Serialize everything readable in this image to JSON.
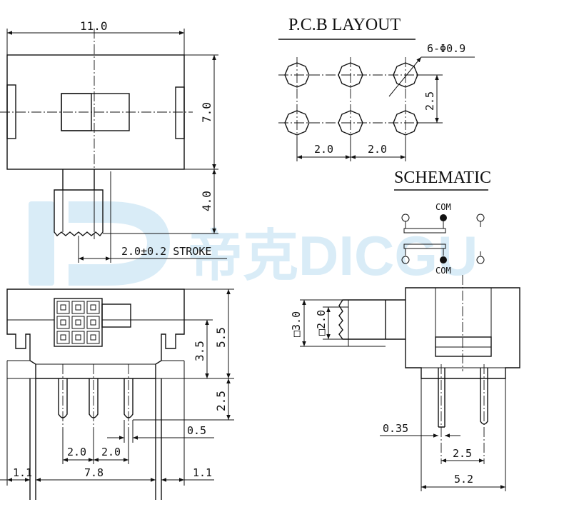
{
  "watermark": {
    "text": "帝克DICGU",
    "color": "#d9ecf7"
  },
  "colors": {
    "line": "#111111",
    "background": "#ffffff"
  },
  "top_view": {
    "dim_width": "11.0",
    "dim_height": "7.0",
    "dim_actuator": "4.0",
    "stroke_note": "2.0±0.2 STROKE"
  },
  "pcb_layout": {
    "title": "P.C.B LAYOUT",
    "hole_note": "6-Φ0.9",
    "dim_pitch_x1": "2.0",
    "dim_pitch_x2": "2.0",
    "dim_pitch_y": "2.5"
  },
  "schematic": {
    "title": "SCHEMATIC",
    "com_top": "COM",
    "com_bottom": "COM"
  },
  "front_view": {
    "dim_height_total": "5.5",
    "dim_height_body": "3.5",
    "dim_pin_length": "2.5",
    "dim_pin_width": "0.5",
    "dim_pitch_1": "2.0",
    "dim_pitch_2": "2.0",
    "dim_left_margin": "1.1",
    "dim_span": "7.8",
    "dim_right_margin": "1.1"
  },
  "side_view": {
    "dim_actuator_outer": "□3.0",
    "dim_actuator_inner": "□2.0",
    "dim_pin_thickness": "0.35",
    "dim_pin_pitch": "2.5",
    "dim_body_width": "5.2"
  }
}
